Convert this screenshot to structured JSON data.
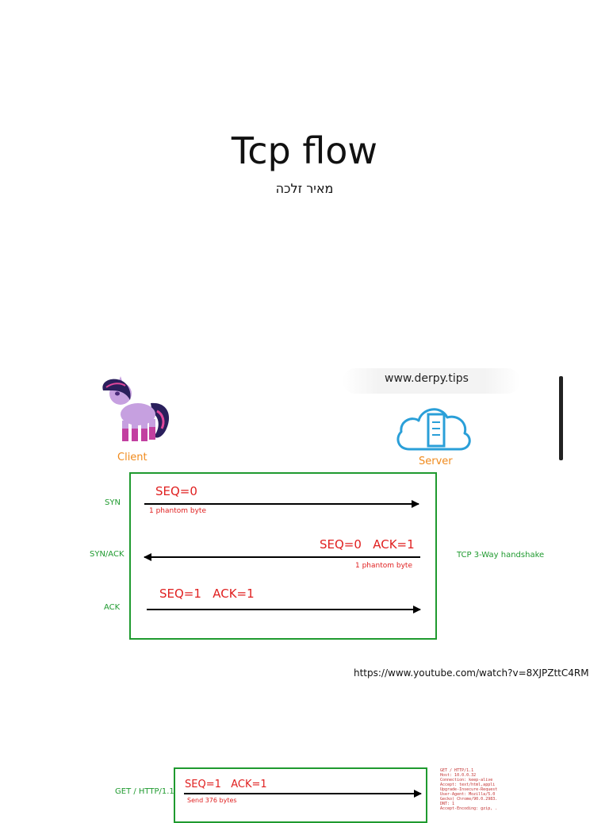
{
  "slide": {
    "title": "Tcp flow",
    "subtitle": "מאיר זלכה"
  },
  "diagram": {
    "domain": "www.derpy.tips",
    "client_label": "Client",
    "server_label": "Server",
    "rows": [
      {
        "side_label": "SYN",
        "seq_text": "SEQ=0",
        "note": "1 phantom byte",
        "direction": "right"
      },
      {
        "side_label": "SYN/ACK",
        "seq_text": "SEQ=0   ACK=1",
        "note": "1 phantom byte",
        "direction": "left"
      },
      {
        "side_label": "ACK",
        "seq_text": "SEQ=1   ACK=1",
        "note": "",
        "direction": "right"
      }
    ],
    "handshake_label": "TCP 3-Way handshake",
    "source_url": "https://www.youtube.com/watch?v=8XJPZttC4RM"
  },
  "diagram2": {
    "side_label": "GET / HTTP/1.1",
    "seq_text": "SEQ=1   ACK=1",
    "note": "Send 376 bytes",
    "http_request": [
      "GET / HTTP/1.1",
      "Host: 10.0.0.32",
      "Connection: keep-alive",
      "Accept: text/html,appli",
      "Upgrade-Insecure-Request",
      "User-Agent: Mozilla/5.0",
      "Gecko) Chrome/90.0.2983.",
      "DNT: 1",
      "Accept-Encoding: gzip, ."
    ]
  },
  "colors": {
    "green": "#1f9a2f",
    "red": "#e02020",
    "orange": "#f08a1c",
    "cloud_blue": "#2a9fd8"
  }
}
